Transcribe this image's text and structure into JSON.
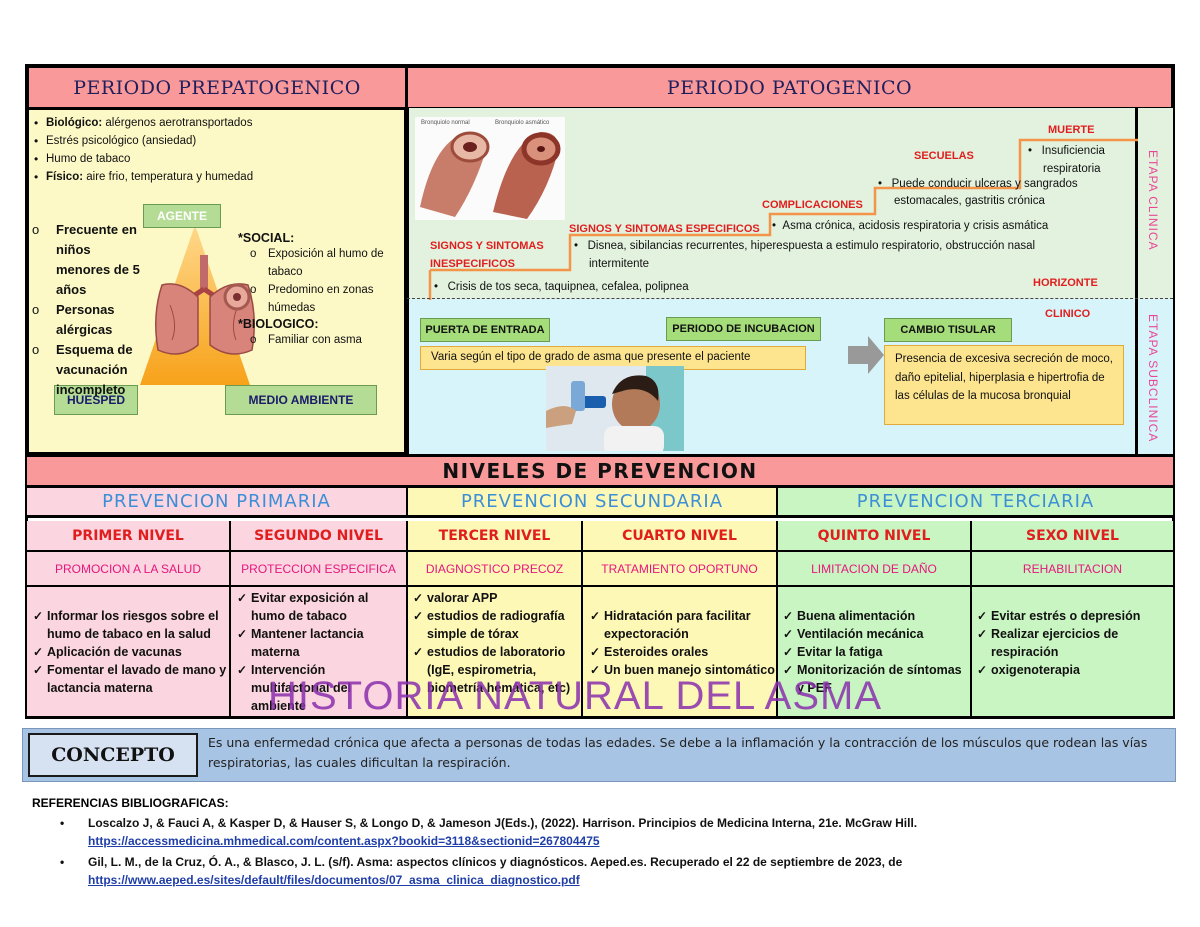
{
  "prepatogenico": {
    "title": "PERIODO PREPATOGENICO",
    "bullets": [
      {
        "bold": "Biológico:",
        "text": " alérgenos aerotransportados"
      },
      {
        "bold": "",
        "text": "Estrés psicológico (ansiedad)"
      },
      {
        "bold": "",
        "text": "Humo de tabaco"
      },
      {
        "bold": "Físico:",
        "text": " aire frio, temperatura y humedad"
      }
    ],
    "host_items": [
      "Frecuente en niños menores de 5 años",
      "Personas alérgicas",
      "Esquema de vacunación incompleto"
    ],
    "agente": "AGENTE",
    "huesped": "HUESPED",
    "medio_ambiente": "MEDIO AMBIENTE",
    "social_label": "*SOCIAL:",
    "social_items": [
      "Exposición al humo de tabaco",
      "Predomino en zonas húmedas"
    ],
    "biologico_label": "*BIOLOGICO:",
    "biologico_items": [
      "Familiar con asma"
    ]
  },
  "patogenico": {
    "title": "PERIODO PATOGENICO",
    "signos_inesp_label_1": "SIGNOS  Y  SINTOMAS",
    "signos_inesp_label_2": "INESPECIFICOS",
    "signos_inesp_text": "Crisis de tos seca, taquipnea, cefalea, polipnea",
    "signos_esp_label": "SIGNOS Y SINTOMAS ESPECIFICOS",
    "signos_esp_text_1": "Disnea, sibilancias recurrentes, hiperespuesta a estimulo respiratorio, obstrucción nasal",
    "signos_esp_text_2": "intermitente",
    "complicaciones_label": "COMPLICACIONES",
    "complicaciones_text": "Asma crónica, acidosis respiratoria y crisis asmática",
    "secuelas_label": "SECUELAS",
    "secuelas_text_1": "Puede conducir ulceras y sangrados",
    "secuelas_text_2": "estomacales, gastritis crónica",
    "muerte_label": "MUERTE",
    "muerte_text_1": "Insuficiencia",
    "muerte_text_2": "respiratoria",
    "horizonte": "HORIZONTE",
    "clinico": "CLINICO",
    "etapa_clinica": "ETAPA CLINICA",
    "etapa_subclinica": "ETAPA SUBCLINICA",
    "puerta_label": "PUERTA DE ENTRADA",
    "incubacion_label": "PERIODO DE INCUBACION",
    "cambio_label": "CAMBIO TISULAR",
    "incubacion_text": "Varia según el tipo de grado de asma que presente el paciente",
    "cambio_text": "Presencia de excesiva secreción de moco, daño epitelial, hiperplasia e hipertrofia de las células de la mucosa bronquial",
    "img_caption_1": "Bronquiolo normal",
    "img_caption_2": "Bronquiolo asmático"
  },
  "prevencion": {
    "title": "NIVELES DE PREVENCION",
    "primaria": "PREVENCION PRIMARIA",
    "secundaria": "PREVENCION SECUNDARIA",
    "terciaria": "PREVENCION TERCIARIA",
    "levels": [
      {
        "name": "PRIMER NIVEL",
        "sub": "PROMOCION A LA SALUD",
        "items": [
          "Informar los riesgos sobre el humo de tabaco en la salud",
          "Aplicación de vacunas",
          "Fomentar el lavado de mano y lactancia materna"
        ]
      },
      {
        "name": "SEGUNDO NIVEL",
        "sub": "PROTECCION ESPECIFICA",
        "items": [
          "Evitar exposición al humo de tabaco",
          "Mantener lactancia materna",
          "Intervención multifactorial del ambiente"
        ]
      },
      {
        "name": "TERCER NIVEL",
        "sub": "DIAGNOSTICO PRECOZ",
        "items": [
          "valorar APP",
          "estudios de radiografía simple de tórax",
          "estudios de laboratorio (IgE, espirometria, biometría hemática, etc)"
        ]
      },
      {
        "name": "CUARTO NIVEL",
        "sub": "TRATAMIENTO OPORTUNO",
        "items": [
          "Hidratación para facilitar expectoración",
          "Esteroides orales",
          "Un buen manejo sintomático"
        ]
      },
      {
        "name": "QUINTO NIVEL",
        "sub": "LIMITACION DE DAÑO",
        "items": [
          "Buena alimentación",
          "Ventilación mecánica",
          "Evitar la fatiga",
          "Monitorización de síntomas y PEF"
        ]
      },
      {
        "name": "SEXO NIVEL",
        "sub": "REHABILITACION",
        "items": [
          "Evitar estrés o depresión",
          "Realizar ejercicios de respiración",
          "oxigenoterapia"
        ]
      }
    ]
  },
  "watermark": "HISTORIA NATURAL DEL ASMA",
  "concepto": {
    "label": "CONCEPTO",
    "text": "Es una enfermedad crónica que afecta a personas de todas las edades. Se debe a la inflamación y la contracción de los músculos que rodean las vías respiratorias, las cuales dificultan la respiración."
  },
  "referencias": {
    "title": "REFERENCIAS BIBLIOGRAFICAS:",
    "items": [
      {
        "text": "Loscalzo J, & Fauci A, & Kasper D, & Hauser S, & Longo D, & Jameson J(Eds.), (2022). Harrison. Principios de Medicina Interna, 21e. McGraw Hill.",
        "link": "https://accessmedicina.mhmedical.com/content.aspx?bookid=3118&sectionid=267804475"
      },
      {
        "text": "Gil, L. M., de la Cruz, Ó. A., & Blasco, J. L. (s/f). Asma: aspectos clínicos y diagnósticos. Aeped.es. Recuperado el 22 de septiembre de 2023, de",
        "link": "https://www.aeped.es/sites/default/files/documentos/07_asma_clinica_diagnostico.pdf"
      }
    ]
  },
  "colors": {
    "header": "#f9999a",
    "prepatogenico_bg": "#fcf9c6",
    "clinica_bg": "#e3f2df",
    "subclinica_bg": "#d6f4fa",
    "primaria_bg": "#fbd5df",
    "secundaria_bg": "#fdf8b6",
    "terciaria_bg": "#c9f5c2",
    "watermark": "#8a2fae"
  }
}
